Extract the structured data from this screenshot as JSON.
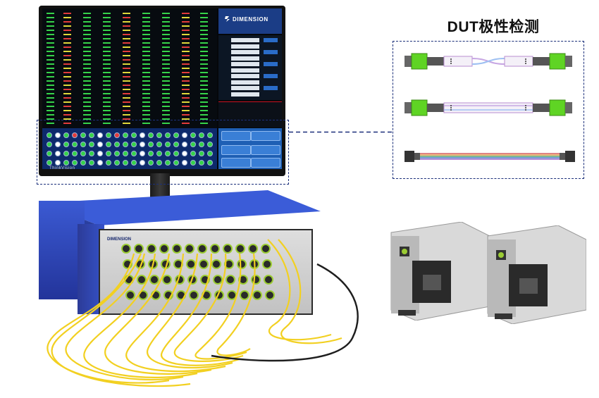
{
  "dut": {
    "title": "DUT极性检测"
  },
  "monitor": {
    "brand": "ThinkVision",
    "logo": "DIMENSION"
  },
  "chassis": {
    "brand": "DIMENSION"
  },
  "colors": {
    "chassis_blue": "#3552c9",
    "fiber_yellow": "#f2d021",
    "connector_green": "#5fd424",
    "dashed_outline": "#1b2f7a",
    "screen_blue": "#1e5fb4"
  },
  "icons": [
    "dimension-logo-icon",
    "sfp-port-icon",
    "fiber-cable-icon"
  ]
}
